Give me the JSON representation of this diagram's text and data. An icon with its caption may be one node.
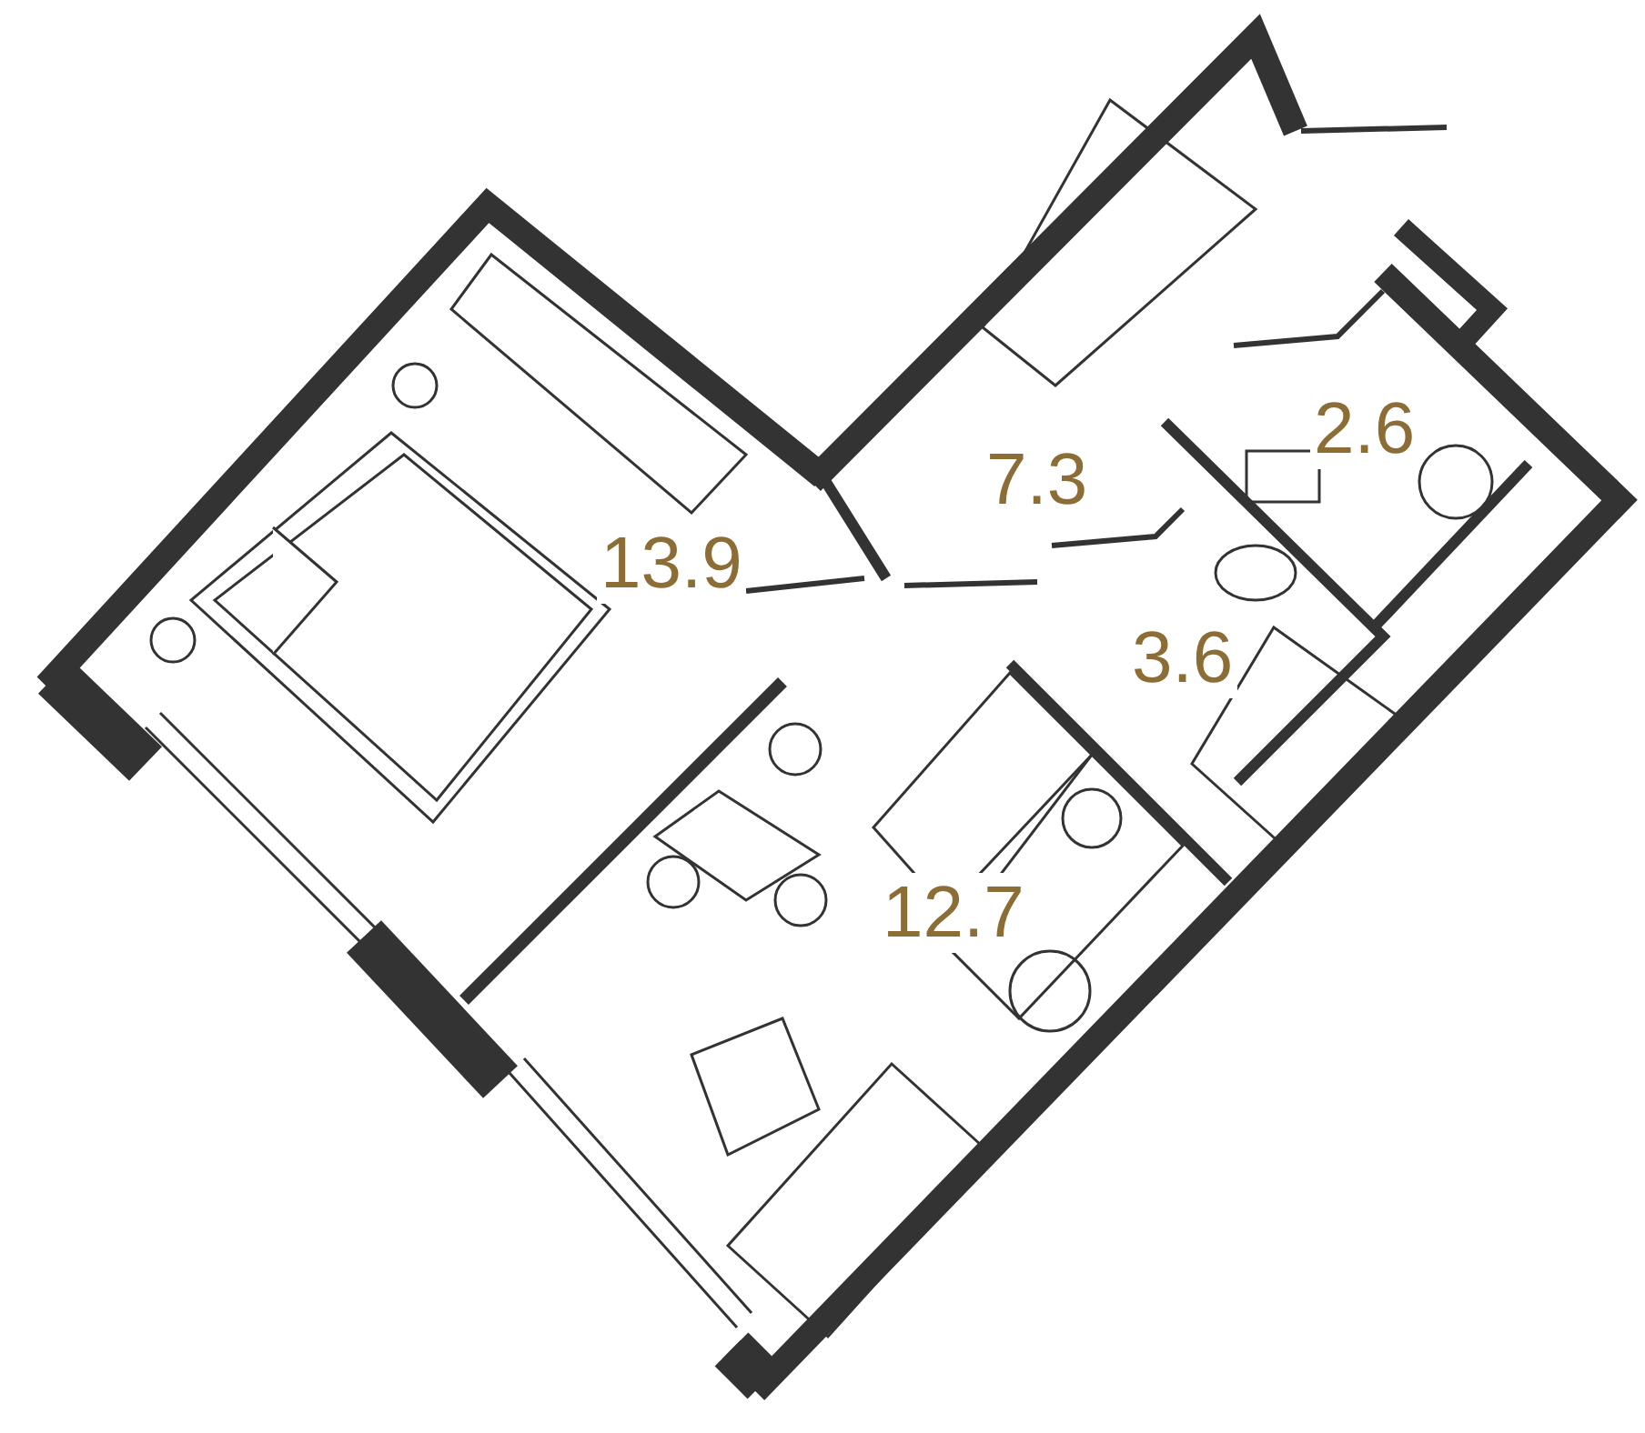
{
  "diagram": {
    "labels": [
      "13.9",
      "7.3",
      "2.6",
      "3.6",
      "12.7"
    ]
  }
}
